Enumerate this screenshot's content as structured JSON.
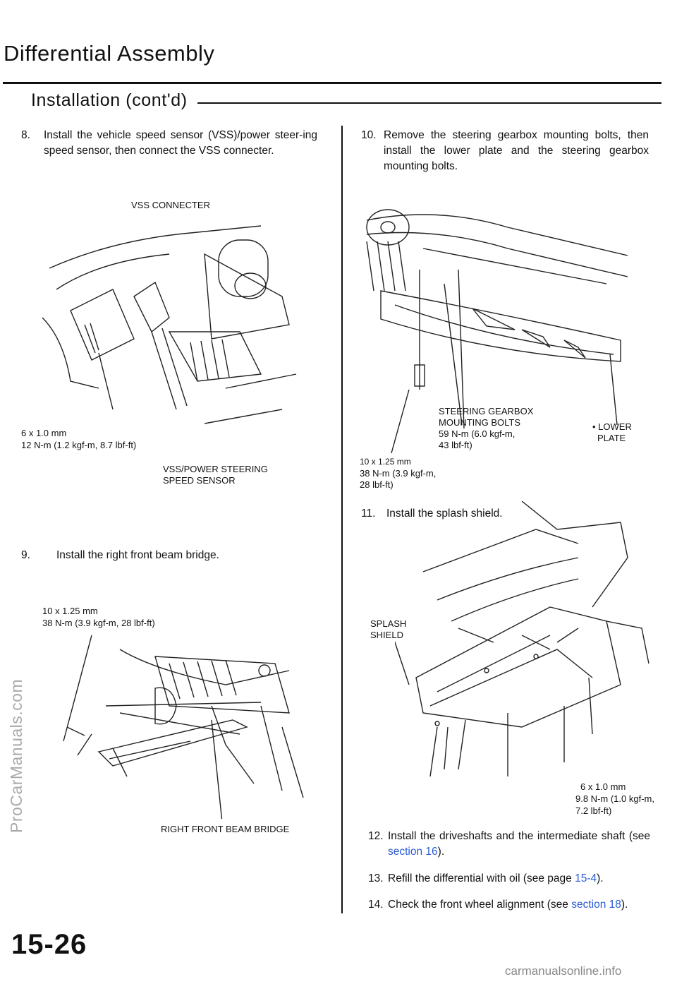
{
  "header": {
    "title": "Differential Assembly",
    "subtitle": "Installation (cont'd)"
  },
  "steps": {
    "s8": {
      "num": "8.",
      "text": "Install the vehicle speed sensor (VSS)/power steer-ing speed sensor, then connect the VSS connecter."
    },
    "s9": {
      "num": "9.",
      "text": "Install the right front beam bridge."
    },
    "s10": {
      "num": "10.",
      "text": "Remove the steering gearbox mounting bolts, then install the lower plate and the steering gearbox mounting bolts."
    },
    "s11": {
      "num": "11.",
      "text": "Install the splash shield."
    },
    "s12": {
      "num": "12.",
      "text_before": "Install the driveshafts and the intermediate shaft (see ",
      "link": "section 16",
      "text_after": ")."
    },
    "s13": {
      "num": "13.",
      "text_before": "Refill the differential with oil (see page ",
      "link": "15-4",
      "text_after": ")."
    },
    "s14": {
      "num": "14.",
      "text_before": "Check the front wheel alignment (see ",
      "link": "section 18",
      "text_after": ")."
    }
  },
  "figure1": {
    "vss_connecter": "VSS CONNECTER",
    "bolt_size": "6 x 1.0 mm",
    "bolt_torque": "12 N-m (1.2 kgf-m, 8.7 lbf-ft)",
    "sensor_line1": "VSS/POWER STEERING",
    "sensor_line2": "SPEED SENSOR"
  },
  "figure2": {
    "bolt_size": "10 x 1.25 mm",
    "bolt_torque": "38 N-m (3.9 kgf-m, 28 lbf-ft)",
    "bridge": "RIGHT FRONT BEAM BRIDGE"
  },
  "figure3": {
    "gearbox_line1": "STEERING GEARBOX",
    "gearbox_line2": "MOUNTING BOLTS",
    "gearbox_torque1": "59 N-m (6.0 kgf-m,",
    "gearbox_torque2": "43 lbf-ft)",
    "plate_line1": "• LOWER",
    "plate_line2": "PLATE",
    "bolt_size": "10 x 1.25 mm",
    "bolt_torque1": "38 N-m (3.9 kgf-m,",
    "bolt_torque2": "28 lbf-ft)"
  },
  "figure4": {
    "shield_line1": "SPLASH",
    "shield_line2": "SHIELD",
    "bolt_size": "6 x 1.0 mm",
    "bolt_torque1": "9.8 N-m (1.0 kgf-m,",
    "bolt_torque2": "7.2 lbf-ft)"
  },
  "watermark": "ProCarManuals.com",
  "page_number": "15-26",
  "footer": "carmanualsonline.info"
}
